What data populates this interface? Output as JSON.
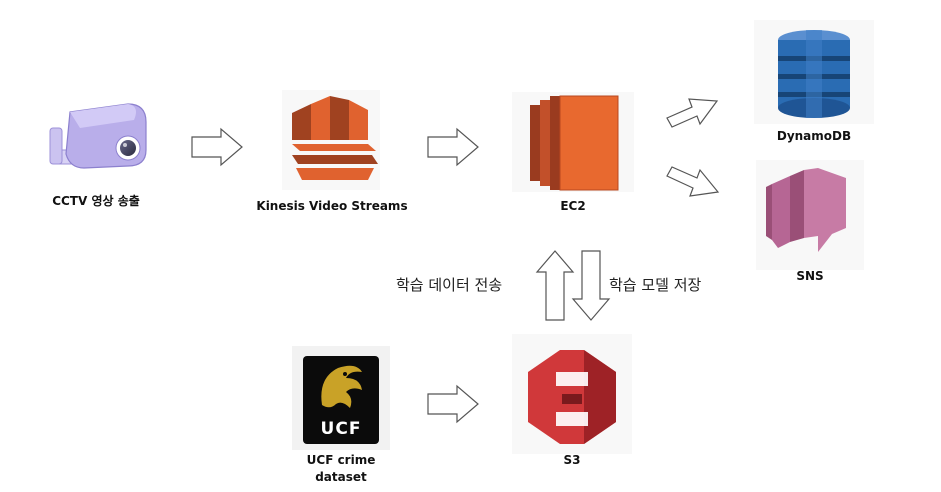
{
  "nodes": {
    "cctv": {
      "label": "CCTV 영상 송출",
      "icon": "cctv-camera-icon"
    },
    "kinesis": {
      "label": "Kinesis Video Streams",
      "icon": "kinesis-video-streams-icon"
    },
    "ec2": {
      "label": "EC2",
      "icon": "ec2-icon"
    },
    "dynamodb": {
      "label": "DynamoDB",
      "icon": "dynamodb-icon"
    },
    "sns": {
      "label": "SNS",
      "icon": "sns-icon"
    },
    "ucf": {
      "label_line1": "UCF crime",
      "label_line2": "dataset",
      "logo_text": "UCF",
      "icon": "ucf-logo"
    },
    "s3": {
      "label": "S3",
      "icon": "s3-icon"
    }
  },
  "edges": {
    "s3_to_ec2": "학습 데이터 전송",
    "ec2_to_s3": "학습 모델 저장"
  },
  "colors": {
    "aws_orange": "#E0622F",
    "aws_orange_dark": "#A04220",
    "dynamodb_blue": "#2A6CB3",
    "sns_pink": "#C77BA5",
    "s3_red": "#D0383A",
    "camera_purple": "#B9AEEA",
    "arrow_stroke": "#555555"
  }
}
